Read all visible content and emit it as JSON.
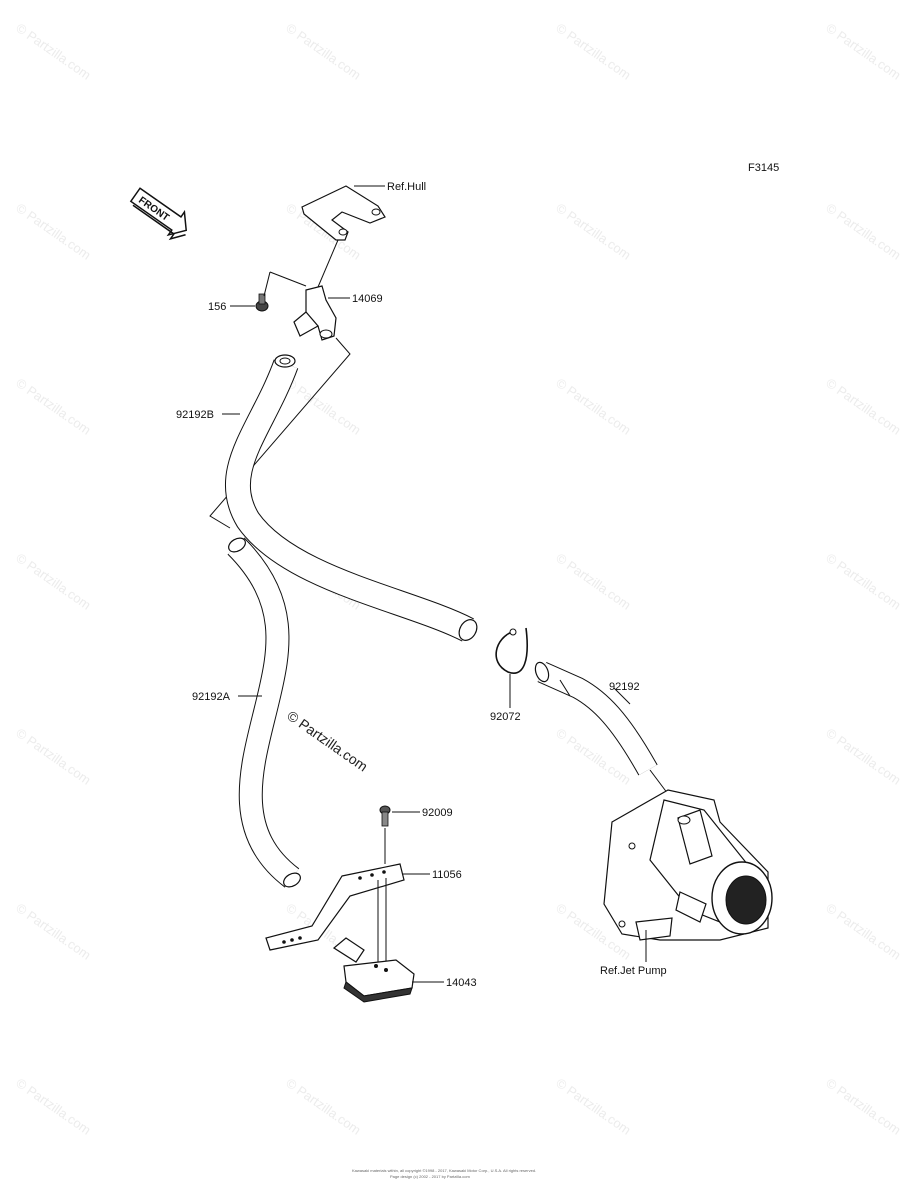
{
  "diagram_code": "F3145",
  "front_label": "FRONT",
  "watermark_main": "© Partzilla.com",
  "watermark_tile": "© Partzilla.com",
  "footer_line1": "Kawasaki materials within, all copyright ©1998 - 2017, Kawasaki Motor Corp., U.S.A. All rights reserved.",
  "footer_line2": "Page design (c) 2002 - 2017 by Partzilla.com",
  "callouts": {
    "ref_hull": "Ref.Hull",
    "p14069": "14069",
    "p156": "156",
    "p92192B": "92192B",
    "p92192A": "92192A",
    "p92072": "92072",
    "p92192": "92192",
    "p92009": "92009",
    "p11056": "11056",
    "p14043": "14043",
    "ref_jet_pump": "Ref.Jet Pump"
  }
}
